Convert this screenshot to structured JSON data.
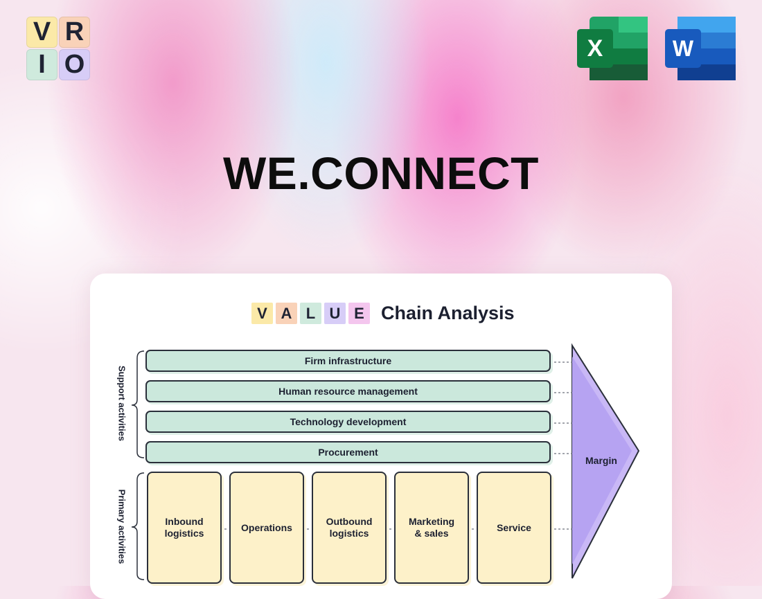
{
  "logo": {
    "letters": [
      "V",
      "R",
      "I",
      "O"
    ],
    "colors": [
      "#fbe9a8",
      "#f9d2b8",
      "#cfeadd",
      "#d7cdf7"
    ]
  },
  "apps": {
    "excel_letter": "X",
    "word_letter": "W",
    "excel_icon": "excel-icon",
    "word_icon": "word-icon"
  },
  "headline": "WE.CONNECT",
  "card": {
    "title_letters": [
      "V",
      "A",
      "L",
      "U",
      "E"
    ],
    "title_letter_colors": [
      "#fbe9a8",
      "#f9d2b8",
      "#cfeadd",
      "#d7cdf7",
      "#f4c6ee"
    ],
    "title": "Chain Analysis",
    "support_label": "Support activities",
    "primary_label": "Primary activities",
    "support_activities": [
      "Firm infrastructure",
      "Human resource management",
      "Technology development",
      "Procurement"
    ],
    "primary_activities": [
      "Inbound\nlogistics",
      "Operations",
      "Outbound\nlogistics",
      "Marketing\n& sales",
      "Service"
    ],
    "margin_label": "Margin"
  }
}
